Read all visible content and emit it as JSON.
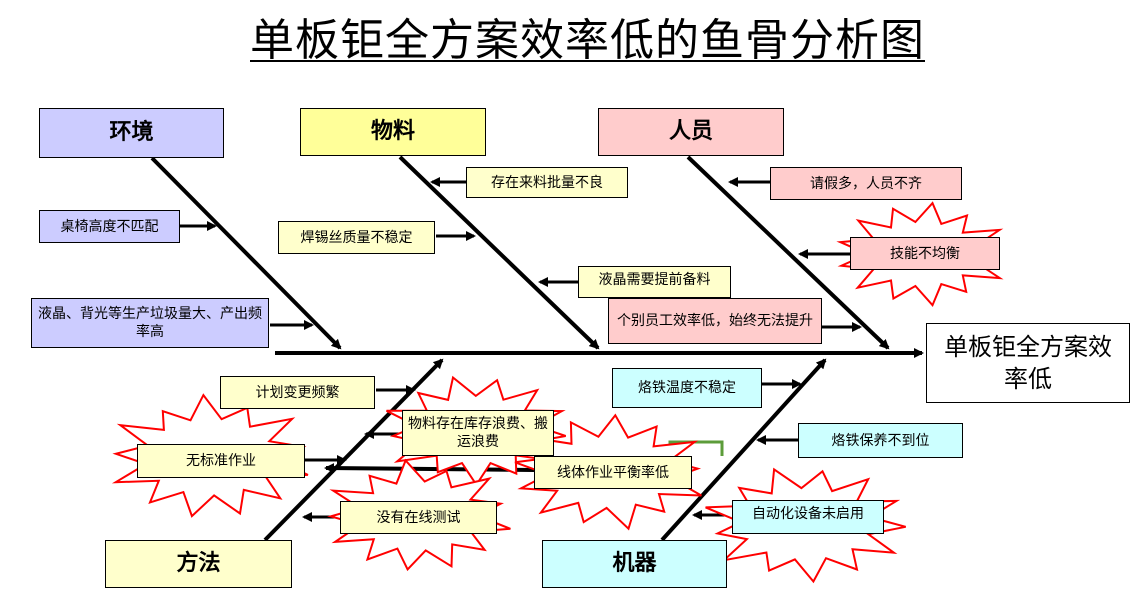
{
  "title": "单板钜全方案效率低的鱼骨分析图",
  "effect": "单板钜全方案效率低",
  "categories": {
    "environment": "环境",
    "material": "物料",
    "personnel": "人员",
    "method": "方法",
    "machine": "机器"
  },
  "causes": {
    "desk_height": "桌椅高度不匹配",
    "lcd_waste": "液晶、背光等生产垃圾量大、产出频率高",
    "incoming_defect": "存在来料批量不良",
    "solder_quality": "焊锡丝质量不稳定",
    "lcd_prep": "液晶需要提前备料",
    "leave": "请假多，人员不齐",
    "skill": "技能不均衡",
    "efficiency": "个别员工效率低，始终无法提升",
    "plan_change": "计划变更频繁",
    "storage_waste": "物料存在库存浪费、搬运浪费",
    "no_standard": "无标准作业",
    "line_balance": "线体作业平衡率低",
    "no_online_test": "没有在线测试",
    "iron_temp": "烙铁温度不稳定",
    "iron_maint": "烙铁保养不到位",
    "automation": "自动化设备未启用"
  },
  "colors": {
    "environment": "#ccccff",
    "material": "#ffff99",
    "personnel": "#ffcccc",
    "method": "#ffffcc",
    "machine": "#ccffff",
    "starburst": "#ff0000"
  }
}
